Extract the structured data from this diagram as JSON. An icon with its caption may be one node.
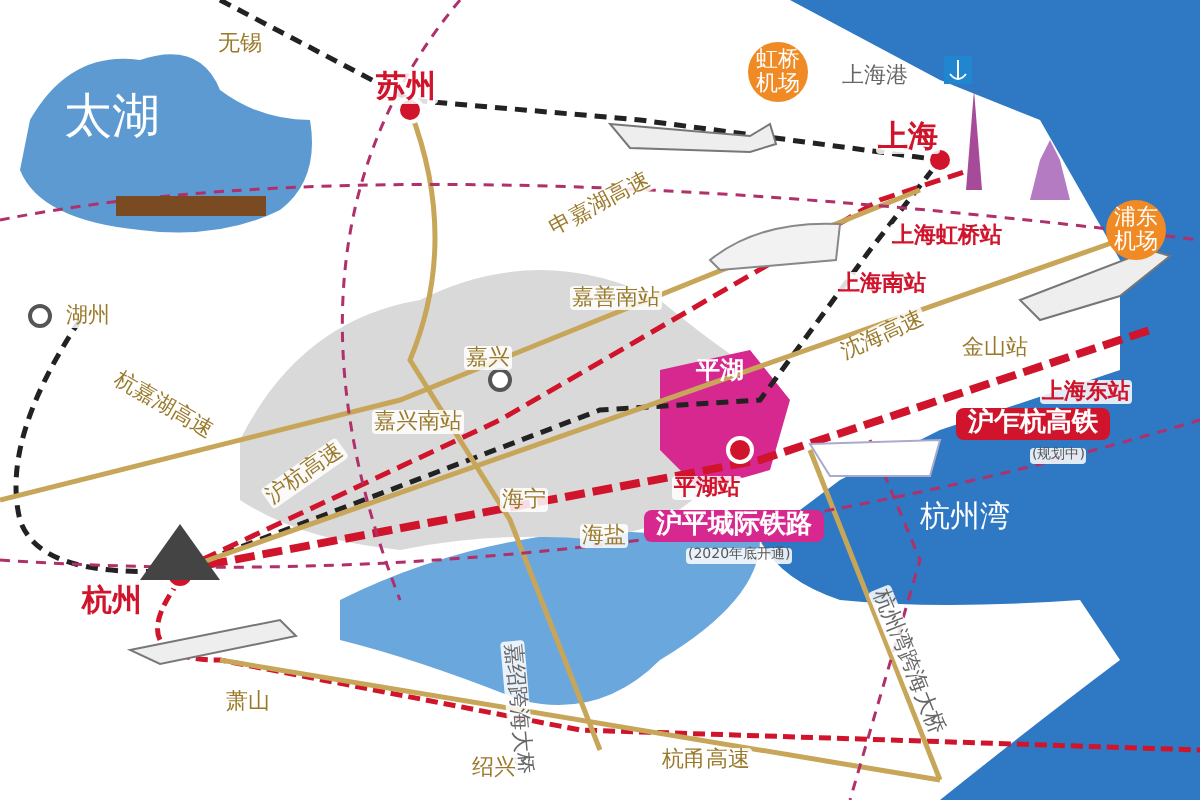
{
  "diagram": {
    "labels": [
      "无锡",
      "苏州",
      "虹桥机场",
      "上海港",
      "太湖",
      "上海",
      "申嘉湖高速",
      "上海虹桥站",
      "浦东机场",
      "湖州",
      "上海南站",
      "嘉善南站",
      "杭嘉湖高速",
      "嘉兴",
      "平湖",
      "沈海高速",
      "金山站",
      "上海东站",
      "嘉兴南站",
      "沪乍杭高铁",
      "(规划中)",
      "平湖站",
      "沪杭高速",
      "海宁",
      "杭州湾",
      "沪平城际铁路",
      "(2020年底开通)",
      "海盐",
      "杭州湾跨海大桥",
      "杭州",
      "嘉绍跨海大桥",
      "萧山",
      "杭甬高速",
      "绍兴"
    ]
  }
}
